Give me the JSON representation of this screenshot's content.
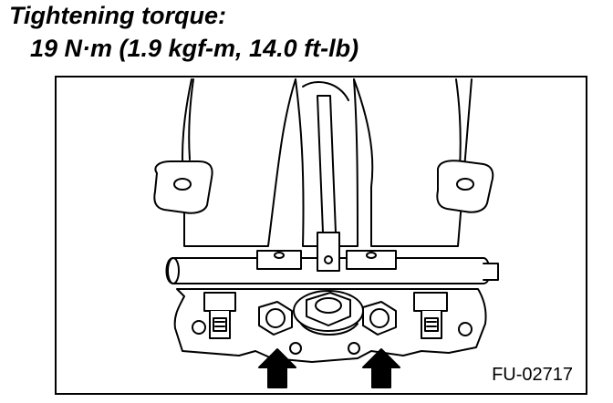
{
  "caption": {
    "line1": "Tightening torque:",
    "line2": "19 N·m (1.9 kgf-m, 14.0 ft-lb)"
  },
  "figure": {
    "id": "FU-02717"
  },
  "colors": {
    "line": "#000000",
    "background": "#ffffff"
  },
  "icons": [
    "arrow-up-icon"
  ]
}
